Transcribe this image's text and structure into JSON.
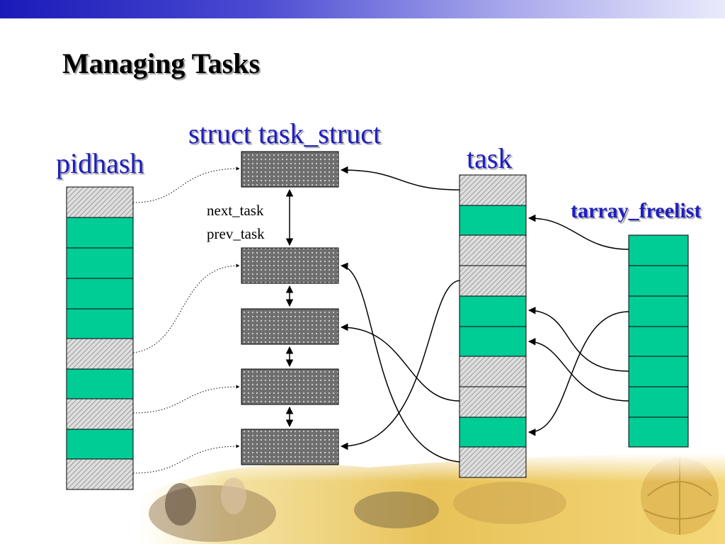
{
  "slide": {
    "title": "Managing Tasks"
  },
  "labels": {
    "pidhash": "pidhash",
    "task_struct": "struct task_struct",
    "task": "task",
    "tarray_freelist": "tarray_freelist",
    "next_task": "next_task",
    "prev_task": "prev_task"
  },
  "colors": {
    "free_slot": "#00cc96",
    "used_slot_hatch": "#d8d8d8",
    "task_struct_box": "#7a7a7a",
    "label_blue": "#1f1fc0",
    "title_bar": "#1a1ab8"
  },
  "arrays": {
    "pidhash": [
      "hatched",
      "green",
      "green",
      "green",
      "green",
      "hatched",
      "green",
      "hatched",
      "green",
      "hatched"
    ],
    "task": [
      "hatched",
      "green",
      "hatched",
      "hatched",
      "green",
      "green",
      "hatched",
      "hatched",
      "green",
      "hatched"
    ],
    "tarray_freelist": [
      "green",
      "green",
      "green",
      "green",
      "green",
      "green",
      "green"
    ]
  },
  "task_struct_count": 5
}
